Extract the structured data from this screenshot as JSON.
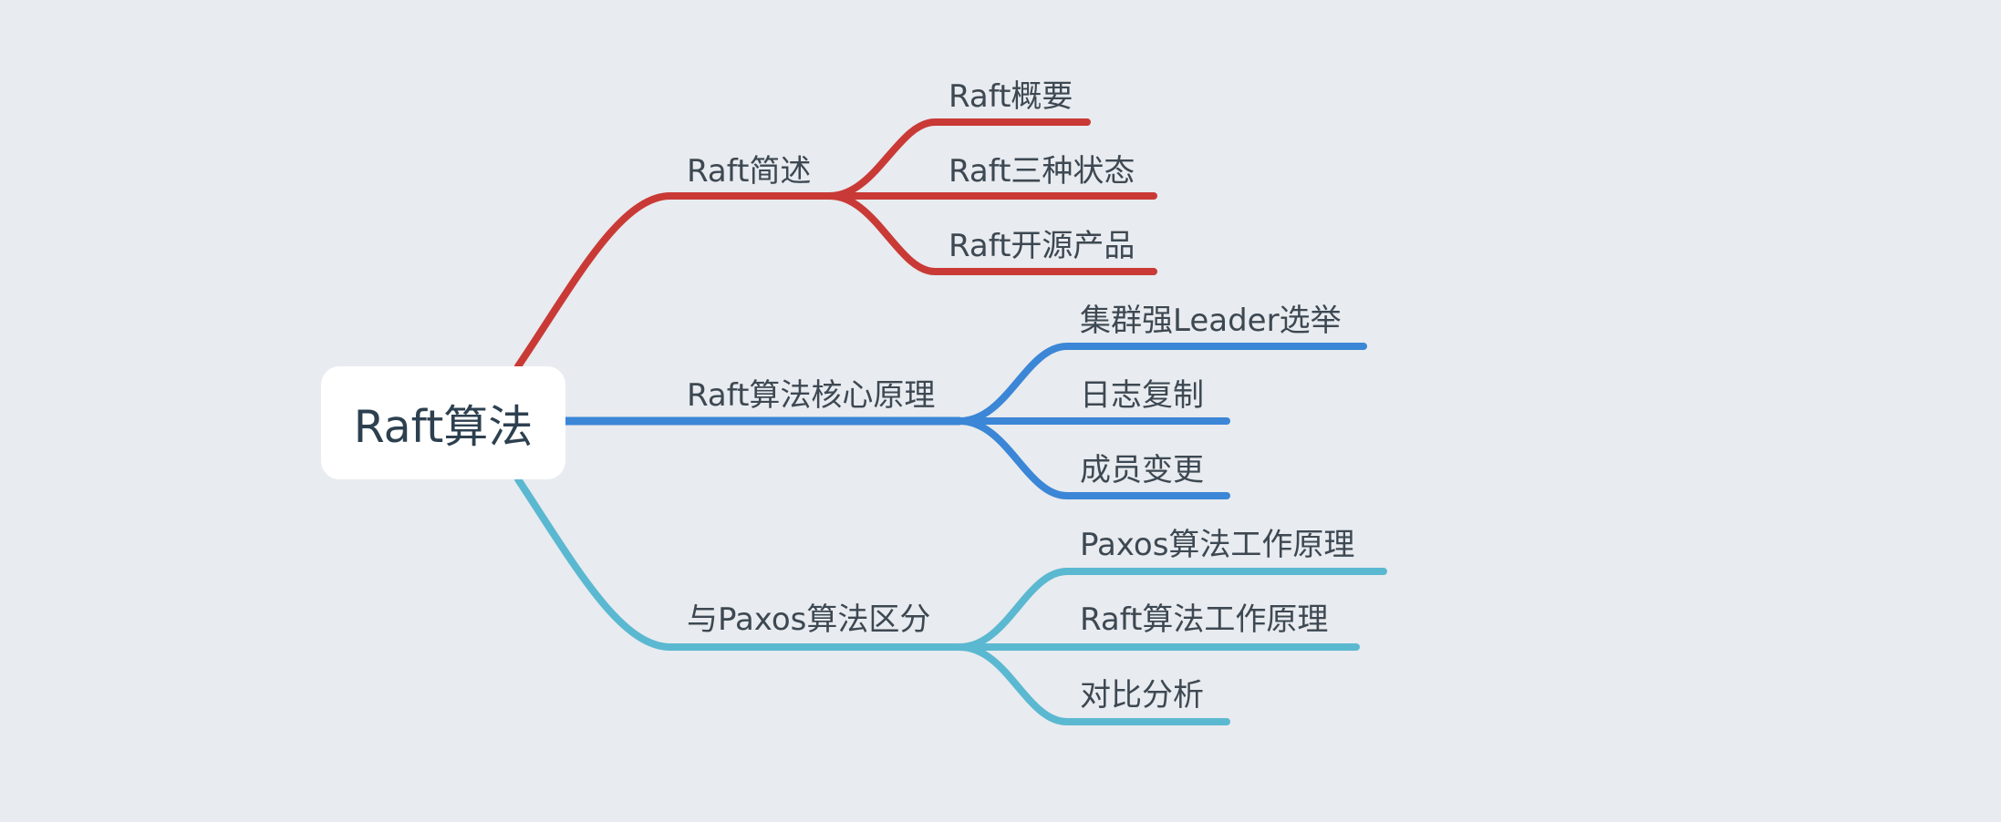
{
  "mindmap": {
    "root": "Raft算法",
    "branches": [
      {
        "label": "Raft简述",
        "color": "#c93a36",
        "children": [
          "Raft概要",
          "Raft三种状态",
          "Raft开源产品"
        ]
      },
      {
        "label": "Raft算法核心原理",
        "color": "#3b86d6",
        "children": [
          "集群强Leader选举",
          "日志复制",
          "成员变更"
        ]
      },
      {
        "label": "与Paxos算法区分",
        "color": "#5bb8d1",
        "children": [
          "Paxos算法工作原理",
          "Raft算法工作原理",
          "对比分析"
        ]
      }
    ]
  }
}
